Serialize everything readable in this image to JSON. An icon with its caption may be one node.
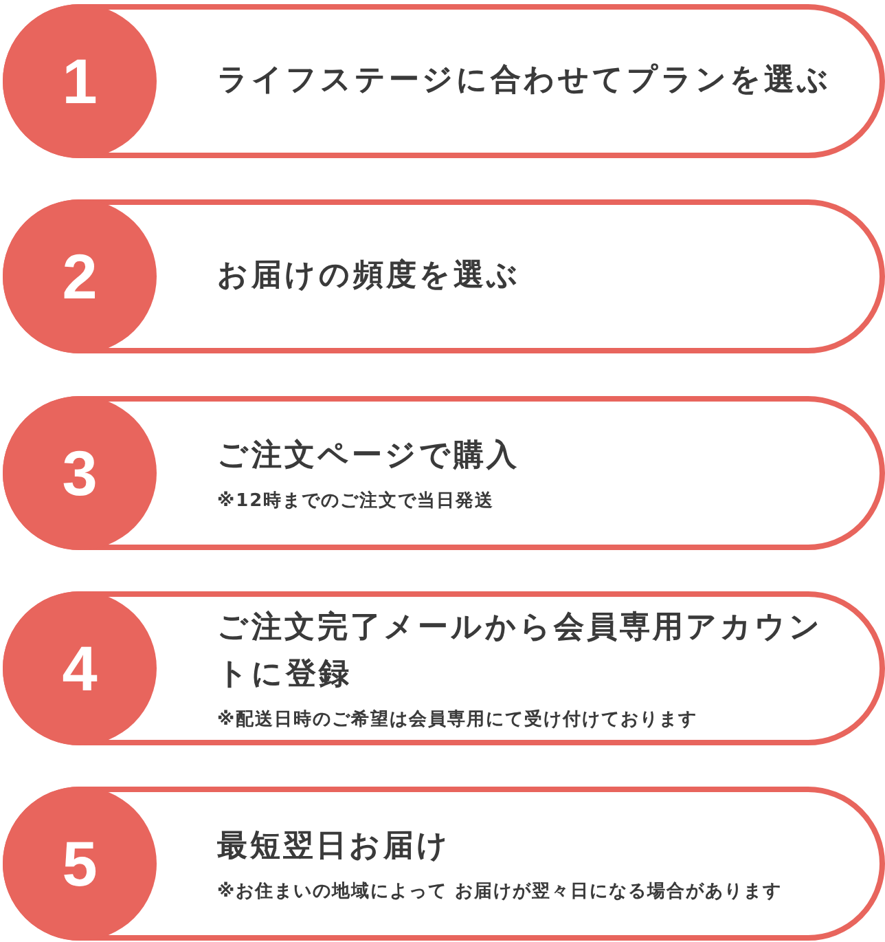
{
  "diagram": {
    "nodes": [
      {
        "text": [
          "ライフステージに合わせてプランを選ぶ"
        ]
      },
      {
        "text": [
          "1"
        ],
        "in": 0
      },
      {
        "text": [
          "お届けの頻度を選ぶ"
        ]
      },
      {
        "text": [
          "2"
        ],
        "in": 2
      },
      {
        "text": [
          "ご注文ページで購入",
          "※12時までのご注文で当日発送"
        ]
      },
      {
        "text": [
          "3"
        ],
        "in": 4
      },
      {
        "text": [
          "ご注文完了メールから会員専用アカウントに登録",
          "※配送日時のご希望は会員専用にて受け付けております"
        ]
      },
      {
        "text": [
          "4"
        ],
        "in": 6
      },
      {
        "text": [
          "最短翌日お届け",
          "※お住まいの地域によって お届けが翌々日になる場合があります"
        ]
      },
      {
        "text": [
          "5"
        ],
        "in": 8
      }
    ]
  }
}
